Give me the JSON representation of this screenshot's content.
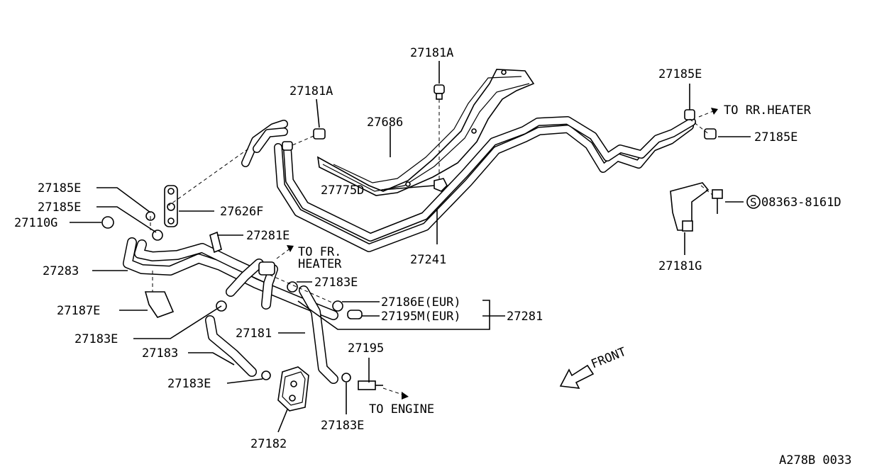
{
  "labels": {
    "p27181A_top": "27181A",
    "p27181A_mid": "27181A",
    "p27686": "27686",
    "p27775D": "27775D",
    "p27241": "27241",
    "p27185E_tr": "27185E",
    "p27185E_tr2": "27185E",
    "to_rr_heater": "TO RR.HEATER",
    "p08363": "08363-8161D",
    "p27181G": "27181G",
    "p27185E_l1": "27185E",
    "p27185E_l2": "27185E",
    "p27110G": "27110G",
    "p27626F": "27626F",
    "p27281E": "27281E",
    "to_fr_heater_1": "TO FR.",
    "to_fr_heater_2": "HEATER",
    "p27283": "27283",
    "p27183E_a": "27183E",
    "p27187E": "27187E",
    "p27186E": "27186E(EUR)",
    "p27195M": "27195M(EUR)",
    "p27281": "27281",
    "p27183E_b": "27183E",
    "p27181": "27181",
    "p27195": "27195",
    "p27183": "27183",
    "front": "FRONT",
    "p27183E_c": "27183E",
    "to_engine": "TO ENGINE",
    "p27183E_d": "27183E",
    "p27182": "27182",
    "ref_code": "A278B 0033"
  }
}
